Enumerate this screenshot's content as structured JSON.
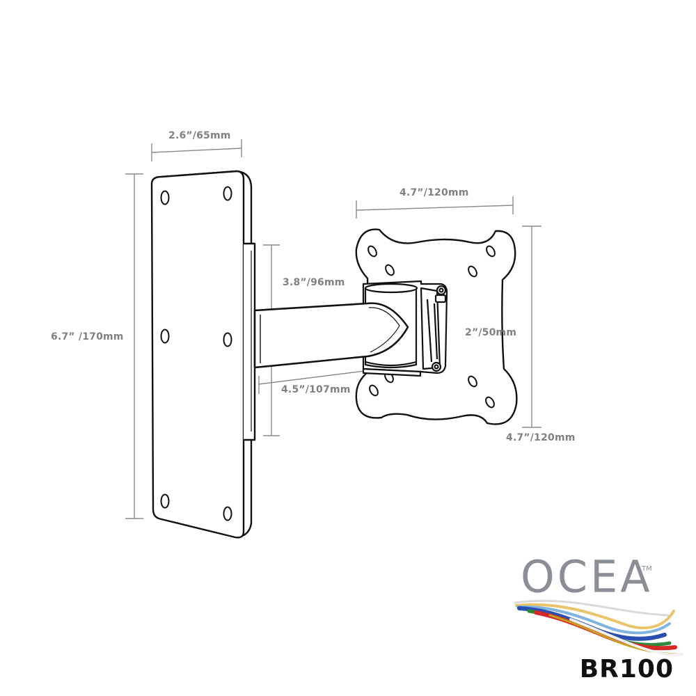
{
  "dimensions": {
    "plate_width": "2.6”/65mm",
    "plate_height": "6.7” /170mm",
    "arm_offset": "3.8”/96mm",
    "arm_extension": "4.5”/107mm",
    "vesa_width": "4.7”/120mm",
    "vesa_height": "4.7”/120mm",
    "hinge_height": "2”/50mm"
  },
  "brand": {
    "logo": "OCEA",
    "trademark": "TM",
    "model": "BR100"
  },
  "colors": {
    "line": "#111111",
    "dimension": "#808080",
    "logo_gray": "#8a8f96",
    "swoosh": [
      "#c8a020",
      "#2a4fb0",
      "#2e8a3a",
      "#d62828",
      "#7fb4e0",
      "#e9c46a"
    ]
  }
}
